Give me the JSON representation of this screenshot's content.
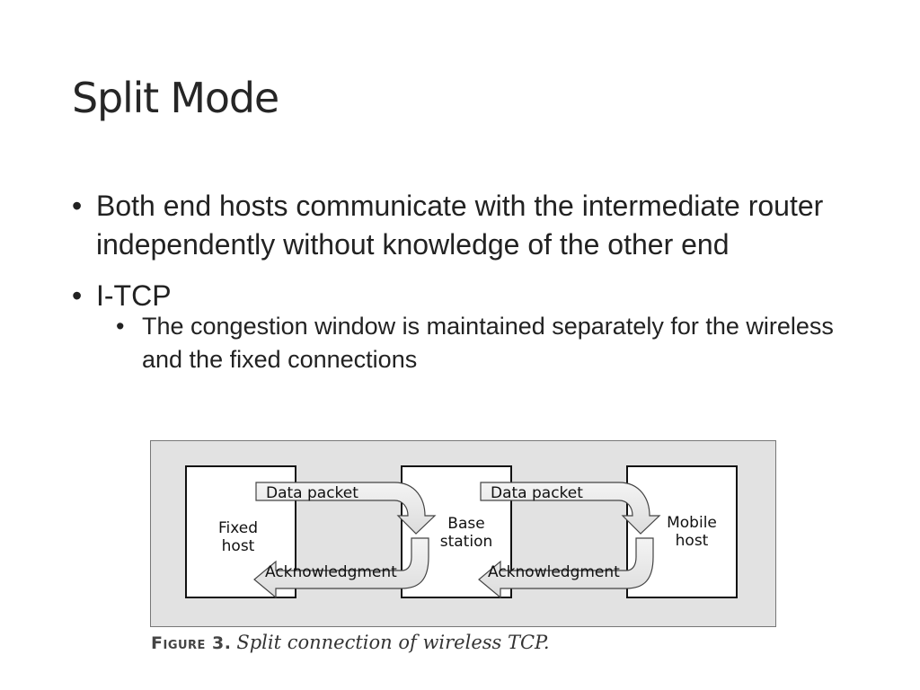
{
  "title": "Split Mode",
  "bullets": [
    {
      "text": "Both end hosts communicate with the intermediate router independently without knowledge of the other end"
    },
    {
      "text": "I-TCP",
      "sub": [
        {
          "text": "The congestion window is maintained separately for the wireless and the fixed connections"
        }
      ]
    }
  ],
  "figure": {
    "nodes": {
      "fixed": [
        "Fixed",
        "host"
      ],
      "base": [
        "Base",
        "station"
      ],
      "mobile": [
        "Mobile",
        "host"
      ]
    },
    "links": {
      "left_data": "Data packet",
      "left_ack": "Acknowledgment",
      "right_data": "Data packet",
      "right_ack": "Acknowledgment"
    },
    "caption": {
      "label": "Figure 3.",
      "text": "Split connection of wireless TCP."
    }
  },
  "bullet_glyph": "•"
}
